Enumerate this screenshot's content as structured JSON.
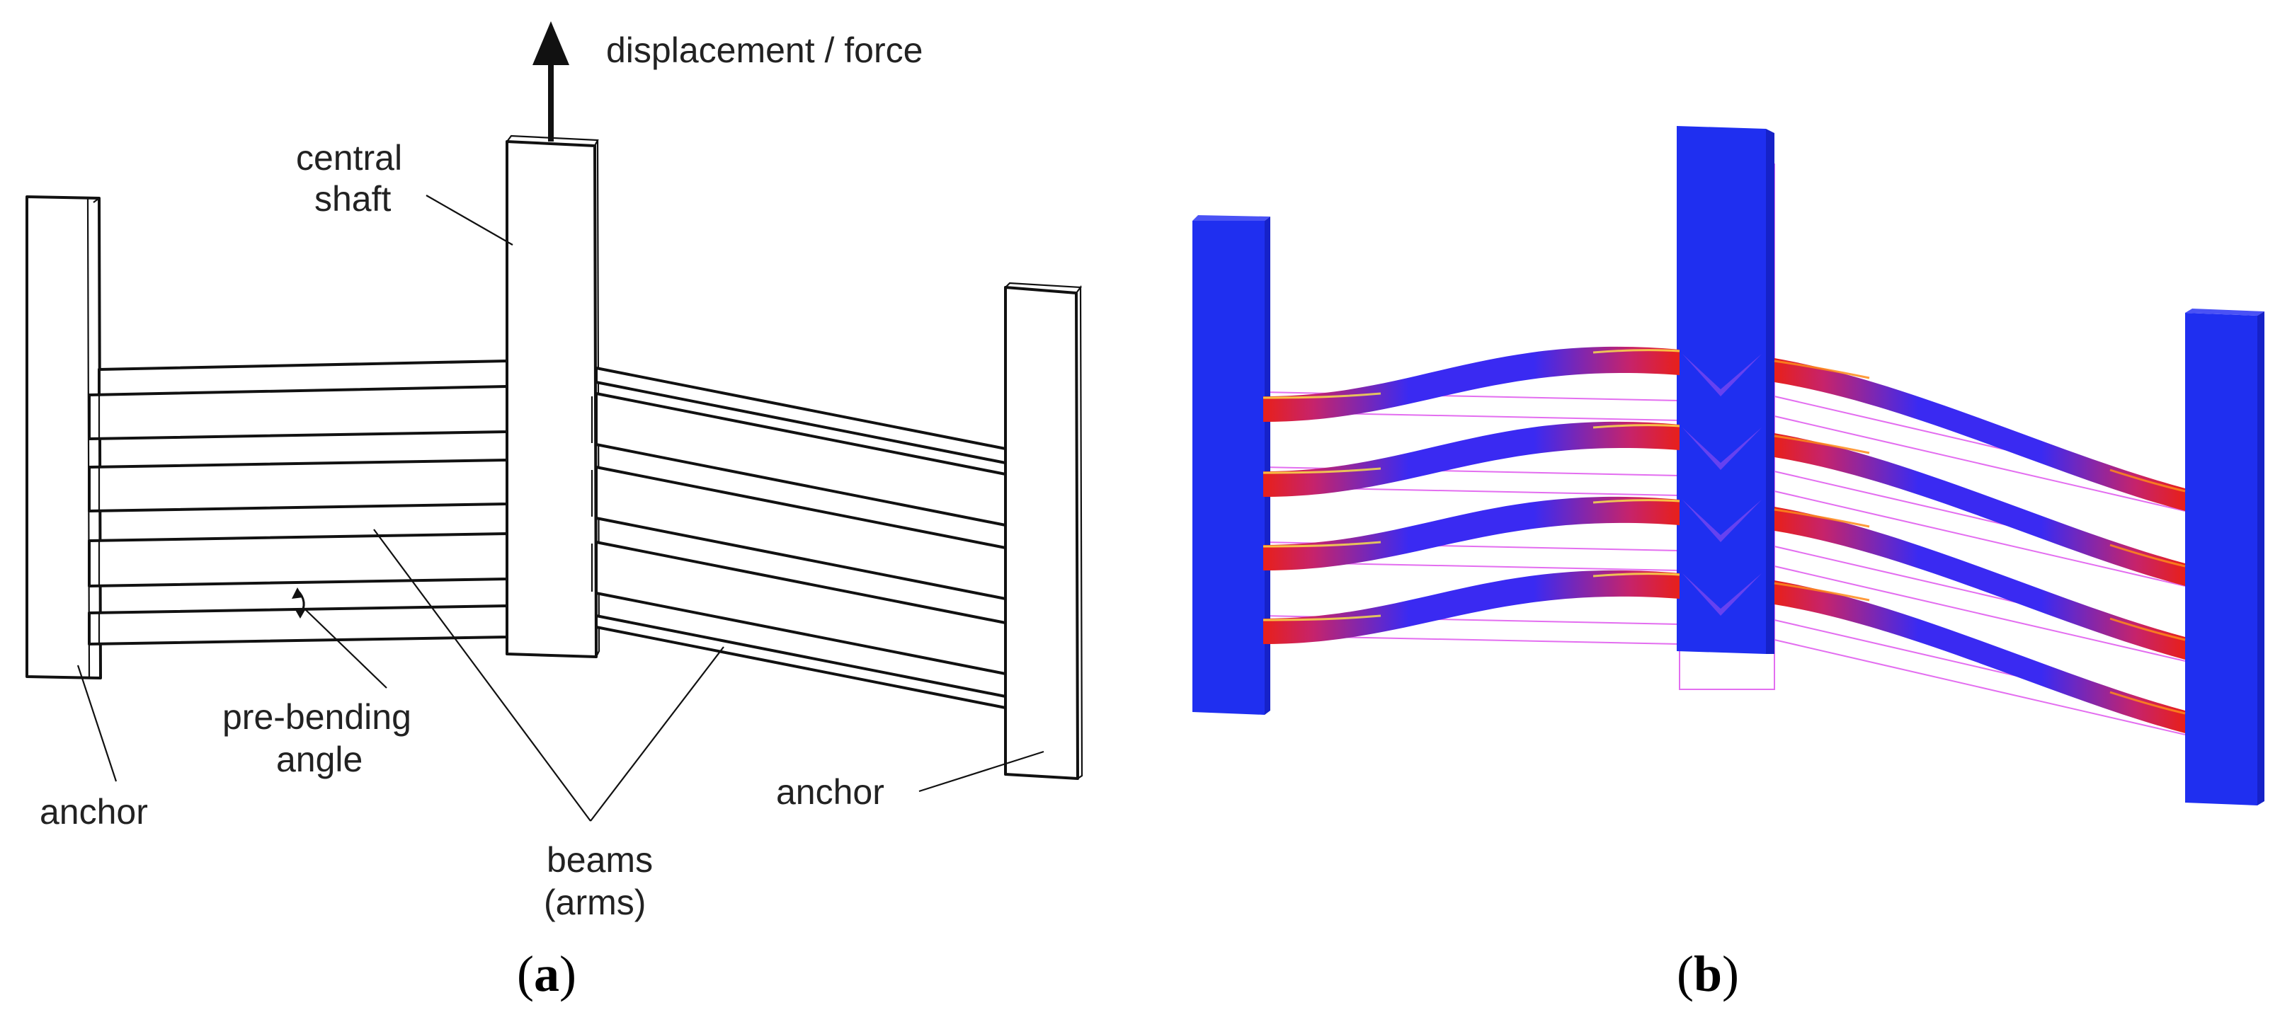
{
  "panel_a": {
    "labels": {
      "displacement": "displacement / force",
      "central_shaft_1": "central",
      "central_shaft_2": "shaft",
      "anchor_left": "anchor",
      "anchor_right": "anchor",
      "prebending_1": "pre-bending",
      "prebending_2": "angle",
      "beams_1": "beams",
      "beams_2": "(arms)"
    },
    "caption": {
      "open": "(",
      "letter": "a",
      "close": ")"
    }
  },
  "panel_b": {
    "caption": {
      "open": "(",
      "letter": "b",
      "close": ")"
    },
    "colors": {
      "body": "#1f2ff0",
      "body_edge": "#7a2cf0",
      "stress_high": "#e8201a",
      "stress_mid": "#ff8a1a",
      "stress_peak": "#ffe84a",
      "stress_low": "#3a2af2",
      "undeformed_outline": "#e36ef0"
    }
  }
}
